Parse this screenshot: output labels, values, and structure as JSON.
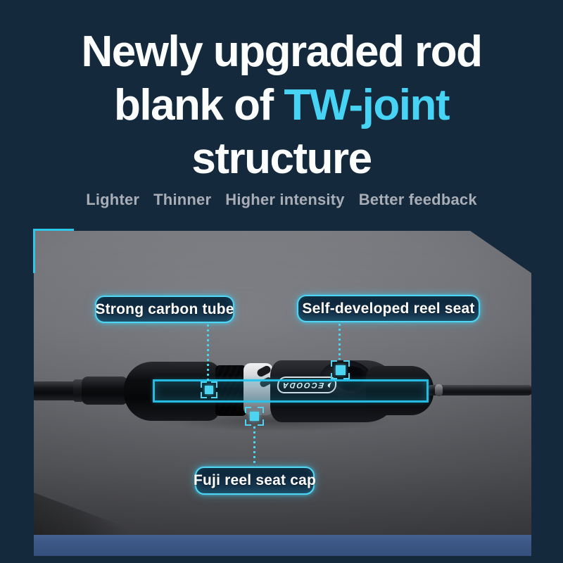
{
  "title": {
    "line1": "Newly upgraded rod",
    "line2_prefix": "blank of ",
    "line2_highlight": "TW-joint",
    "line3": "structure"
  },
  "subtitle": {
    "items": [
      "Lighter",
      "Thinner",
      "Higher intensity",
      "Better feedback"
    ]
  },
  "callouts": {
    "carbon_tube": "Strong carbon tube",
    "reel_seat": "Self-developed reel seat",
    "fuji_cap": "Fuji reel seat cap"
  },
  "product": {
    "brand": "ECOODA"
  },
  "colors": {
    "background_navy": "#15293d",
    "accent_cyan": "#47d3f4",
    "annotation_cyan": "#4cd4f0",
    "subtitle_gray": "#a9aeb6",
    "bottom_bar_blue": "#3e5a88",
    "headline_white": "#fcfdfd"
  }
}
